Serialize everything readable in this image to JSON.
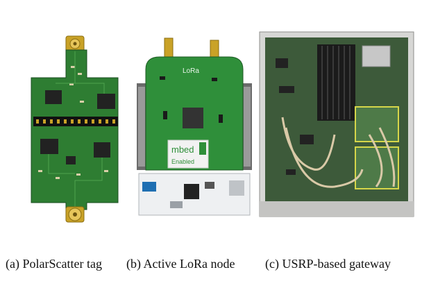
{
  "figure": {
    "panels": [
      {
        "id": "a",
        "caption": "(a) PolarScatter tag",
        "subject": "pcb-tag-photo"
      },
      {
        "id": "b",
        "caption": "(b) Active LoRa node",
        "subject": "lora-node-photo",
        "silkscreen": {
          "lora": "LoRa",
          "mbed": "mbed",
          "enabled": "Enabled"
        }
      },
      {
        "id": "c",
        "caption": "(c) USRP-based gateway",
        "subject": "usrp-gateway-photo"
      }
    ],
    "colors": {
      "pcb_green": "#2e7d32",
      "gold": "#c9a227",
      "chassis": "#d7d7d5",
      "heatsink": "#1b1b1b",
      "white_board": "#eef0f2"
    }
  }
}
